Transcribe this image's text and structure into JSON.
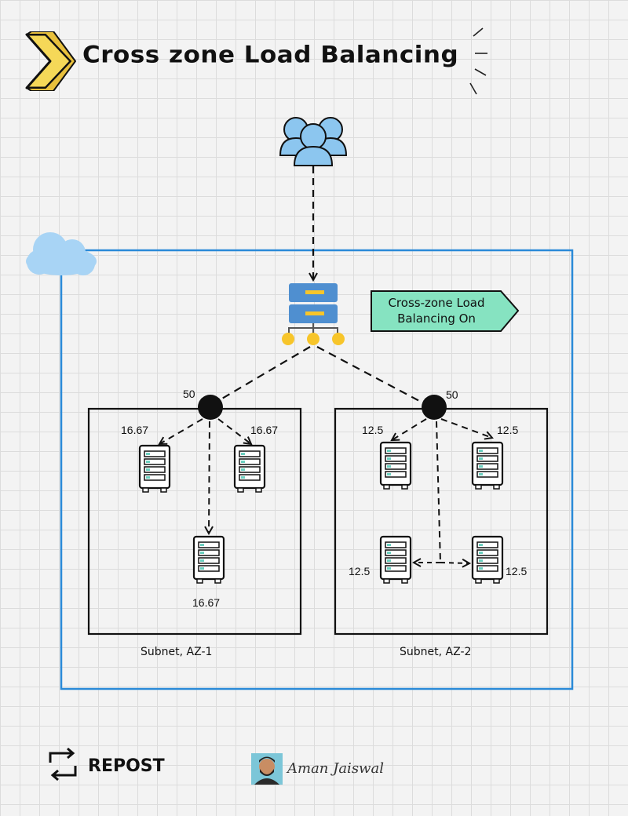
{
  "title": "Cross zone Load Balancing",
  "badge": {
    "text": "Cross-zone Load Balancing On",
    "color": "#86e3c1"
  },
  "colors": {
    "vpc_border": "#2a8ad8",
    "cloud": "#a8d4f5",
    "users": "#8cc6ef",
    "lb": "#4f8fd0",
    "lb_dots": "#f7c52a",
    "chevron": "#f5d858"
  },
  "users_icon": "users-group-icon",
  "load_balancer_icon": "load-balancer-icon",
  "az1": {
    "subnet_label": "Subnet, AZ-1",
    "node_value": "50",
    "targets": [
      "16.67",
      "16.67",
      "16.67"
    ]
  },
  "az2": {
    "subnet_label": "Subnet, AZ-2",
    "node_value": "50",
    "targets": [
      "12.5",
      "12.5",
      "12.5",
      "12.5"
    ]
  },
  "footer": {
    "repost_label": "REPOST",
    "author": "Aman Jaiswal"
  }
}
